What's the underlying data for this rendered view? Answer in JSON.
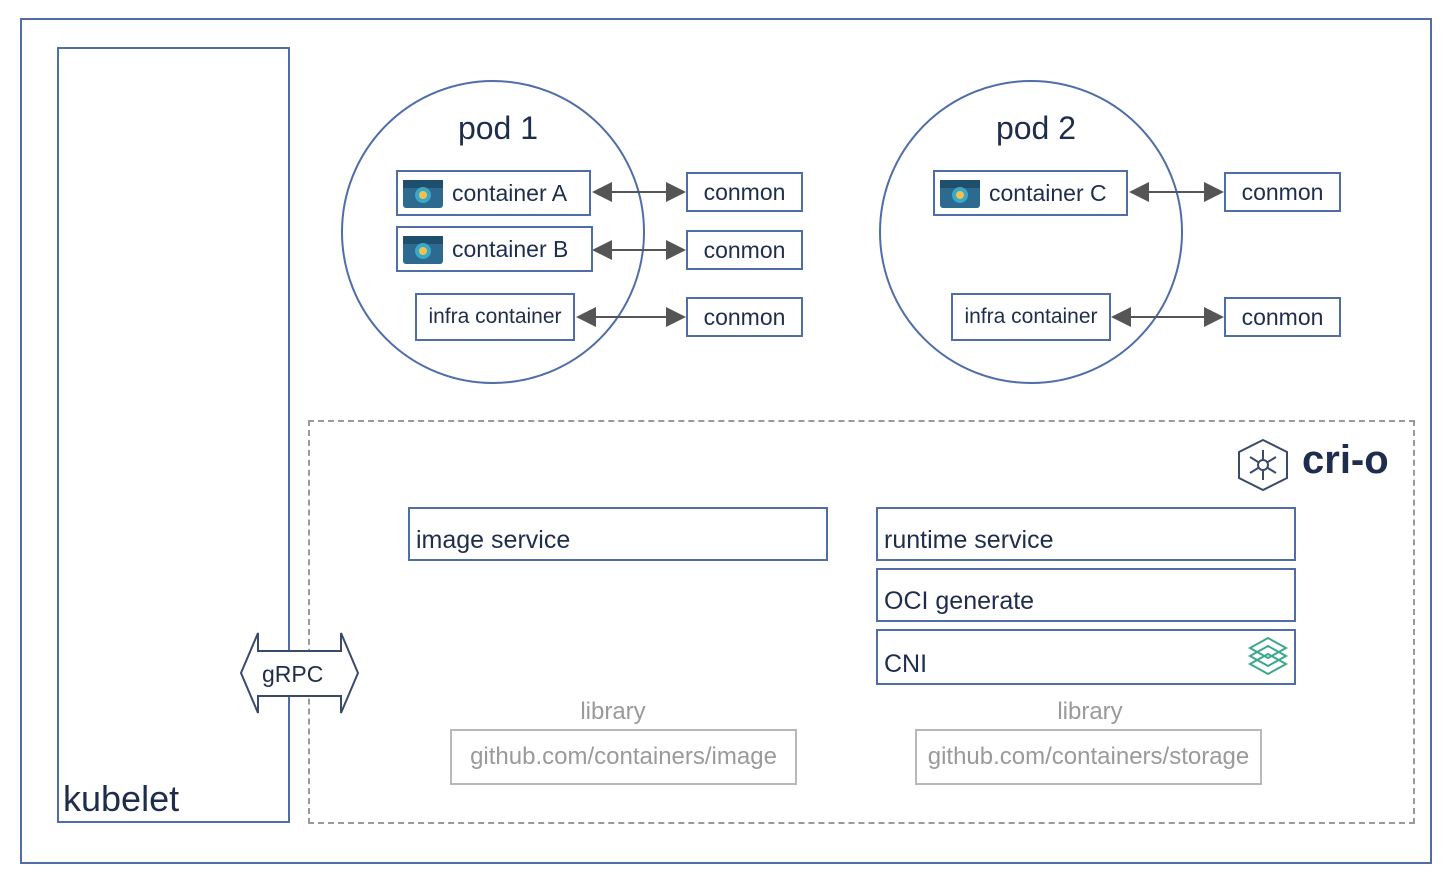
{
  "kubelet": {
    "label": "kubelet"
  },
  "grpc": {
    "label": "gRPC"
  },
  "crio": {
    "logo_text": "cri-o"
  },
  "pods": [
    {
      "title": "pod 1",
      "containers": [
        "container A",
        "container B"
      ],
      "infra": "infra container",
      "conmons": [
        "conmon",
        "conmon",
        "conmon"
      ]
    },
    {
      "title": "pod 2",
      "containers": [
        "container C"
      ],
      "infra": "infra container",
      "conmons": [
        "conmon",
        "conmon"
      ]
    }
  ],
  "services": {
    "image": "image service",
    "runtime": "runtime service",
    "oci": "OCI generate",
    "cni": "CNI"
  },
  "libraries": [
    {
      "title": "library",
      "path": "github.com/containers/image"
    },
    {
      "title": "library",
      "path": "github.com/containers/storage"
    }
  ],
  "colors": {
    "stroke": "#4f6da8",
    "text": "#1f2d4d",
    "muted": "#9a9a9a",
    "cni_logo": "#3aa88b"
  },
  "icons": [
    "container-icon",
    "crio-logo-icon",
    "cni-logo-icon"
  ]
}
